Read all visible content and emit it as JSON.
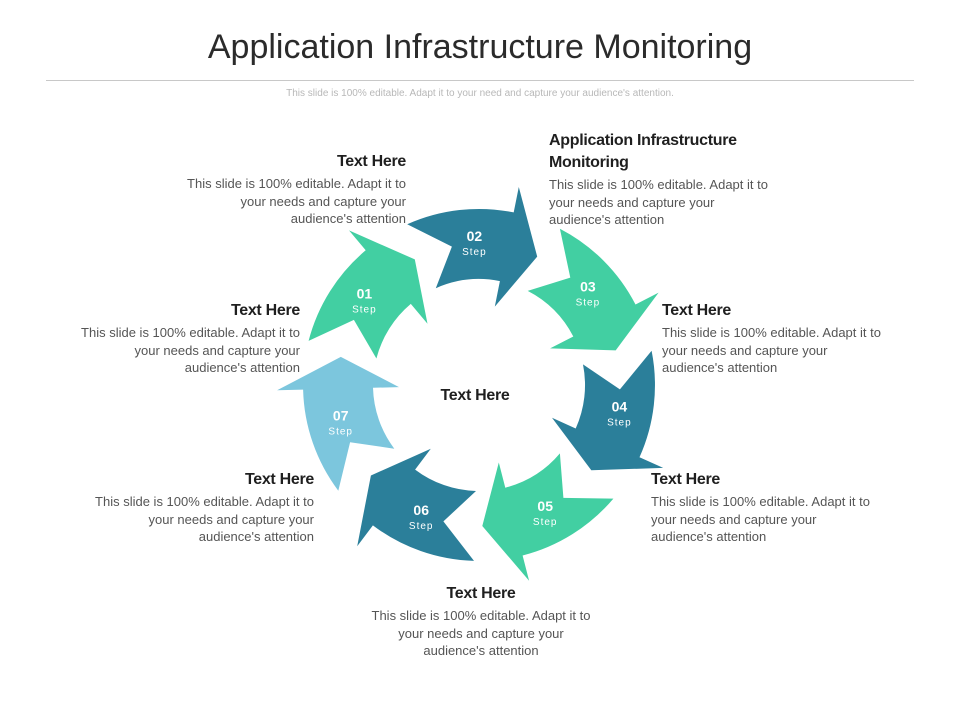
{
  "title": "Application Infrastructure Monitoring",
  "subtitle": "This slide is 100% editable. Adapt it to your need and capture your audience's attention.",
  "center_label": "Text Here",
  "colors": {
    "light_blue": "#7cc6dd",
    "green": "#42cfa2",
    "dark_teal": "#2b7f9a"
  },
  "steps": [
    {
      "number": "01",
      "label": "Step"
    },
    {
      "number": "02",
      "label": "Step"
    },
    {
      "number": "03",
      "label": "Step"
    },
    {
      "number": "04",
      "label": "Step"
    },
    {
      "number": "05",
      "label": "Step"
    },
    {
      "number": "06",
      "label": "Step"
    },
    {
      "number": "07",
      "label": "Step"
    }
  ],
  "labels": [
    {
      "title": "Application Infrastructure Monitoring",
      "desc": "This slide is 100% editable. Adapt it to your needs and capture your audience's attention"
    },
    {
      "title": "Text Here",
      "desc": "This slide is 100% editable. Adapt it to your needs and capture your audience's attention"
    },
    {
      "title": "Text Here",
      "desc": "This slide is 100% editable. Adapt it to your needs and capture your audience's attention"
    },
    {
      "title": "Text Here",
      "desc": "This slide is 100% editable. Adapt it to your needs and capture your audience's attention"
    },
    {
      "title": "Text Here",
      "desc": "This slide is 100% editable. Adapt it to your needs and capture your audience's attention"
    },
    {
      "title": "Text Here",
      "desc": "This slide is 100% editable. Adapt it to your needs and capture your audience's attention"
    },
    {
      "title": "Text Here",
      "desc": "This slide is 100% editable. Adapt it to your needs and capture your audience's attention"
    }
  ]
}
